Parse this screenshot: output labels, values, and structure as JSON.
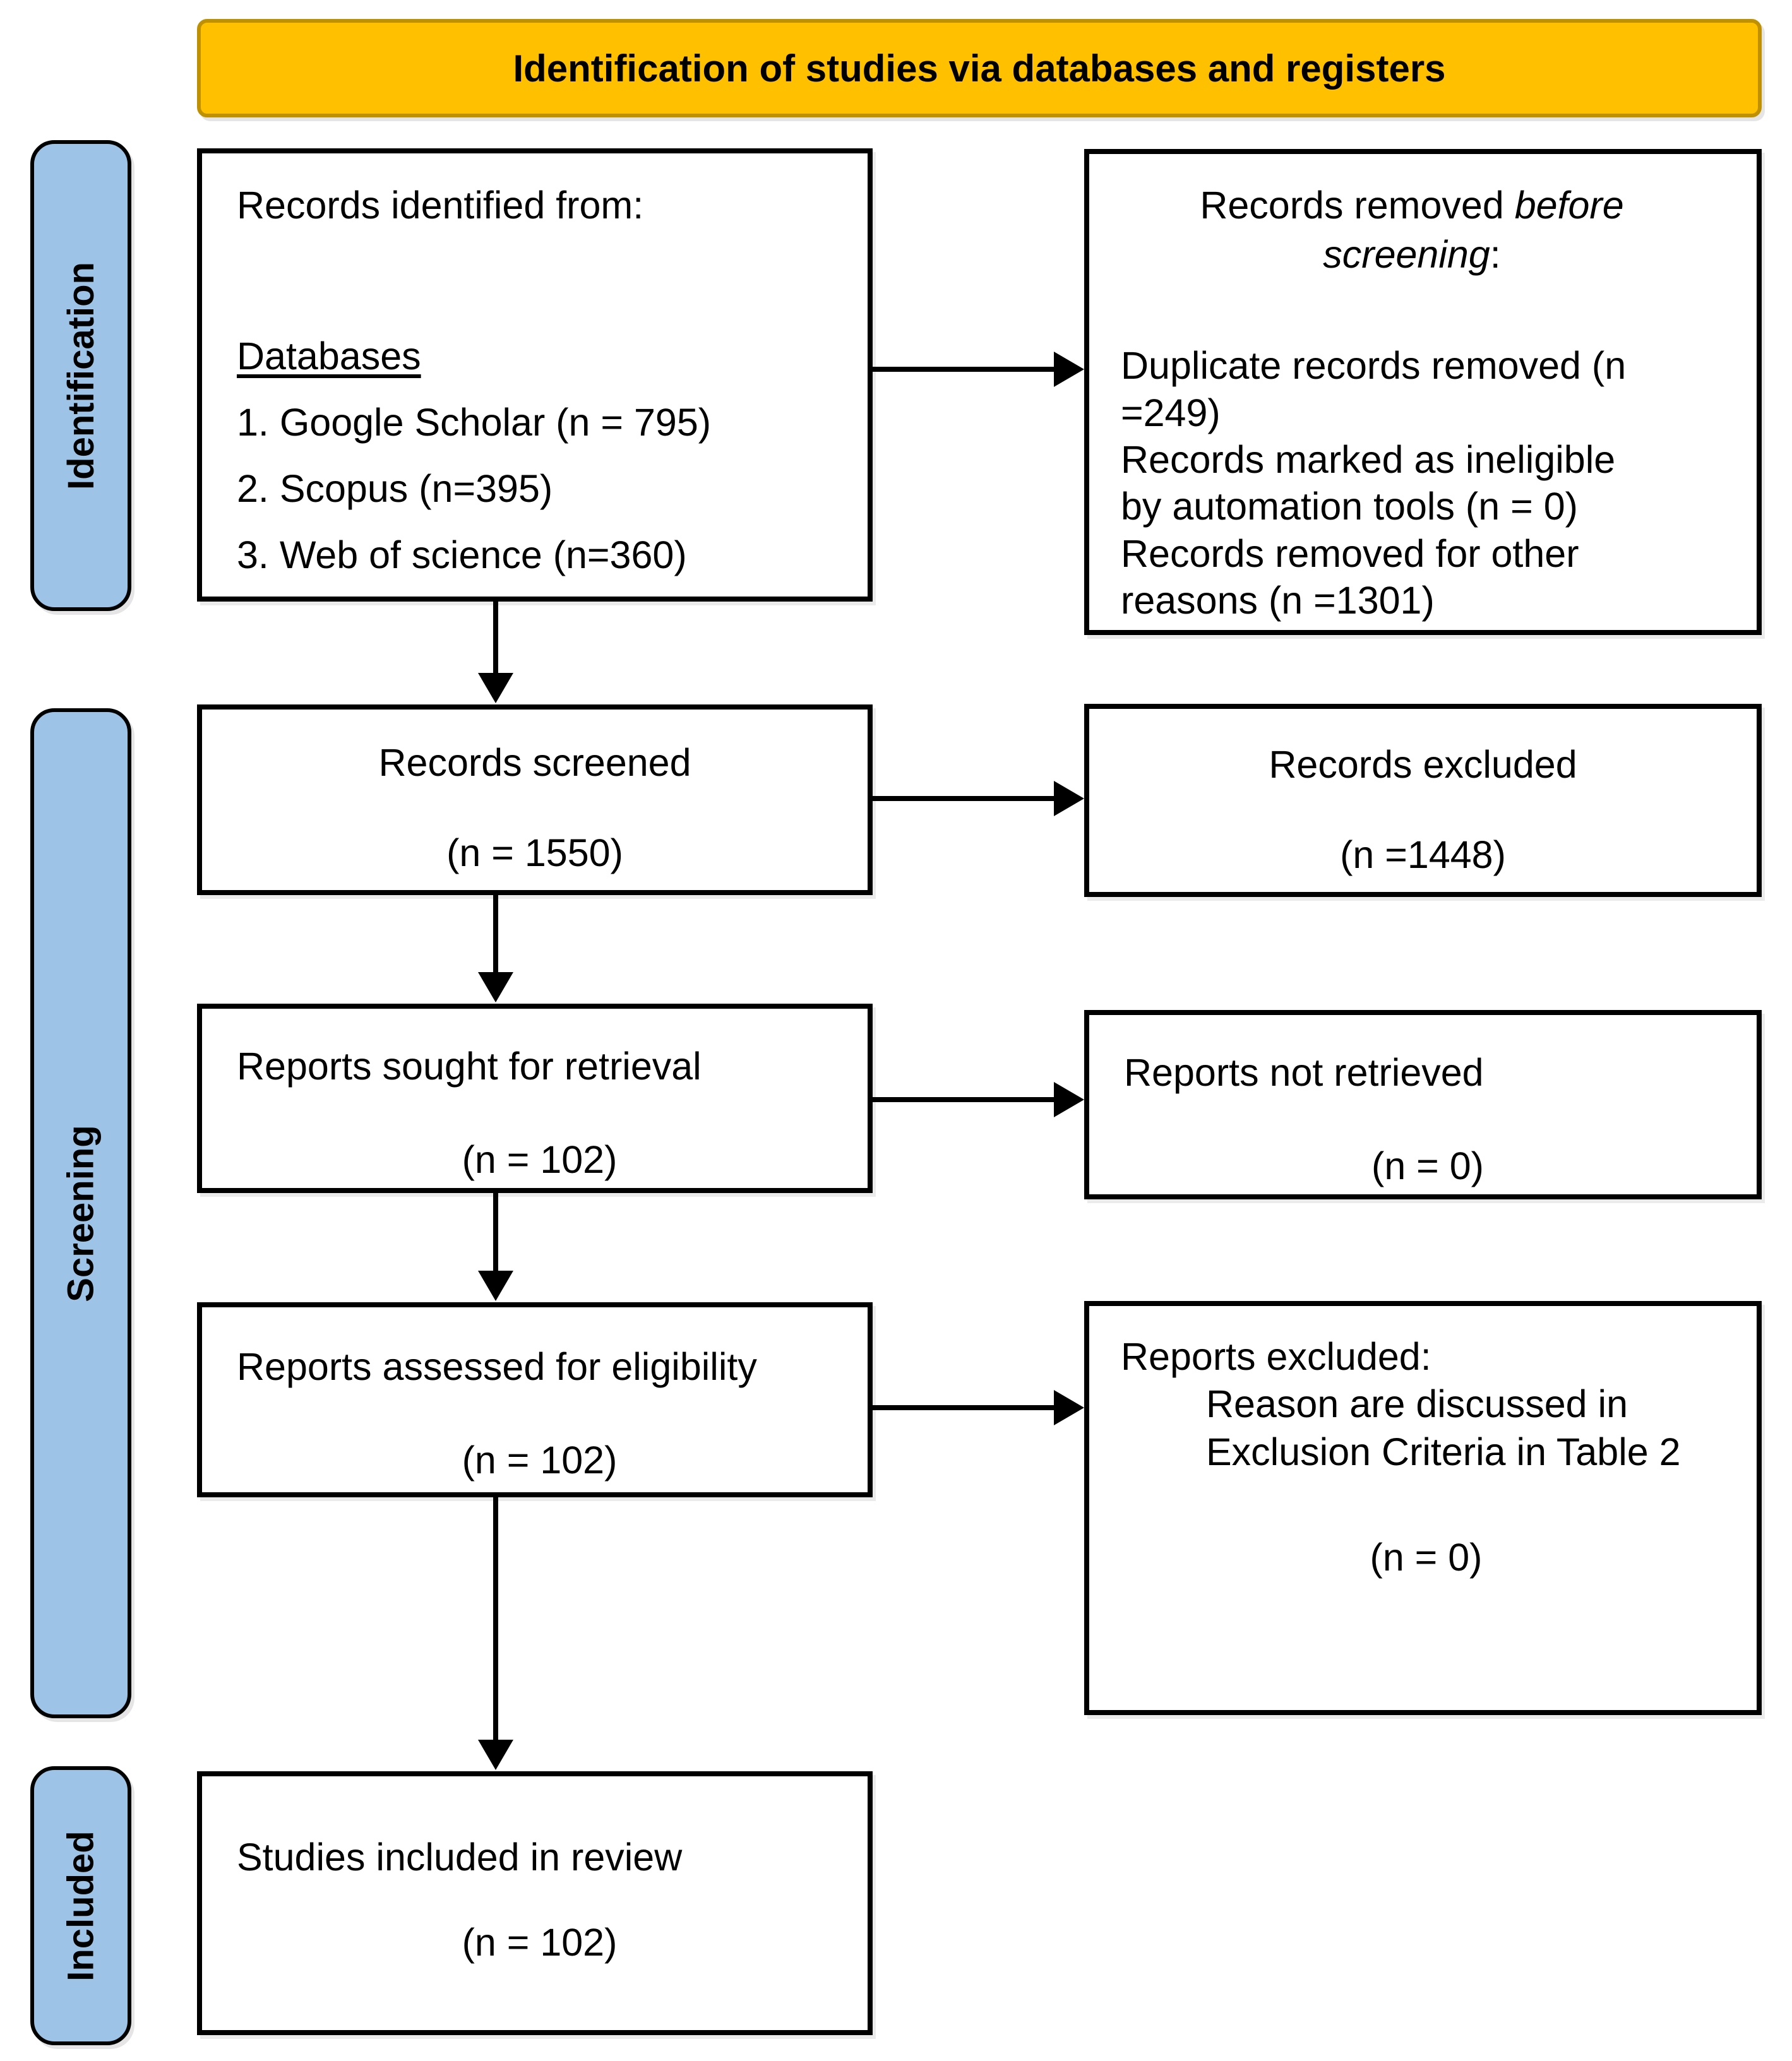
{
  "header": {
    "title": "Identification of studies via databases and registers"
  },
  "sidebar": {
    "identification": "Identification",
    "screening": "Screening",
    "included": "Included"
  },
  "boxes": {
    "records_identified": {
      "intro": "Records identified from:",
      "databases_heading": "Databases",
      "items": [
        "1. Google Scholar (n = 795)",
        "2. Scopus (n=395)",
        "3. Web of science (n=360)"
      ]
    },
    "records_removed": {
      "heading_prefix": "Records removed ",
      "heading_emphasis": "before screening",
      "heading_suffix": ":",
      "items": [
        "Duplicate records removed (n =249)",
        "Records marked as ineligible by automation tools (n = 0)",
        "Records removed for other reasons (n =1301)"
      ]
    },
    "records_screened": {
      "label": "Records screened",
      "count": "(n = 1550)"
    },
    "records_excluded": {
      "label": "Records excluded",
      "count": "(n =1448)"
    },
    "reports_sought": {
      "label": "Reports sought for retrieval",
      "count": "(n = 102)"
    },
    "reports_not_retrieved": {
      "label": "Reports not retrieved",
      "count": "(n = 0)"
    },
    "reports_assessed": {
      "label": "Reports assessed for eligibility",
      "count": "(n = 102)"
    },
    "reports_excluded": {
      "label": "Reports excluded:",
      "reason": "Reason are discussed in Exclusion Criteria in Table 2",
      "count": "(n = 0)"
    },
    "studies_included": {
      "label": "Studies included in review",
      "count": "(n = 102)"
    }
  },
  "colors": {
    "header_fill": "#FFC000",
    "header_border": "#BF9000",
    "stage_fill": "#9DC3E6",
    "box_border": "#000000",
    "arrow": "#000000"
  }
}
